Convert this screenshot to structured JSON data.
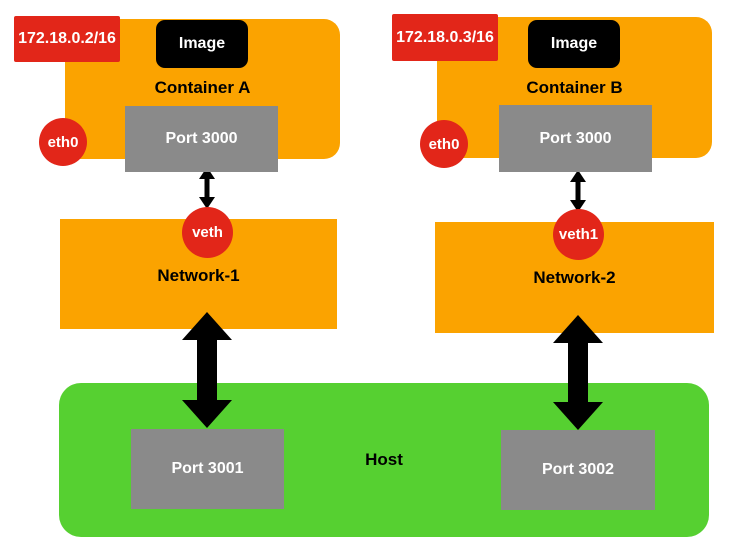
{
  "colors": {
    "orange": "#FBA300",
    "green": "#56D031",
    "red": "#E22619",
    "gray": "#8A8A8A",
    "black": "#000000",
    "white": "#FFFFFF",
    "arrow": "#000000"
  },
  "containers": [
    {
      "ip": "172.18.0.2/16",
      "label": "Container A",
      "image_label": "Image",
      "port_label": "Port 3000",
      "interface_label": "eth0",
      "veth_label": "veth",
      "network_label": "Network-1",
      "host_port_label": "Port 3001"
    },
    {
      "ip": "172.18.0.3/16",
      "label": "Container B",
      "image_label": "Image",
      "port_label": "Port 3000",
      "interface_label": "eth0",
      "veth_label": "veth1",
      "network_label": "Network-2",
      "host_port_label": "Port 3002"
    }
  ],
  "host": {
    "label": "Host"
  }
}
